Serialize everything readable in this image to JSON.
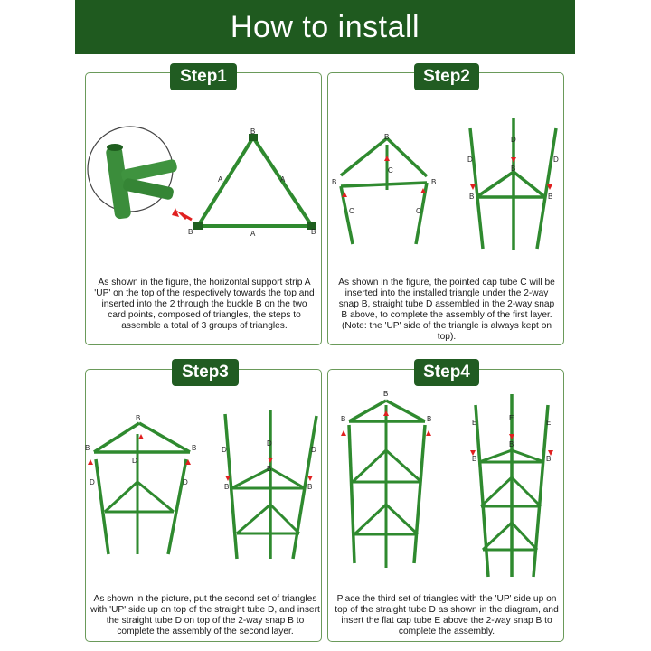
{
  "header": {
    "title": "How to install"
  },
  "colors": {
    "header_bg": "#1f5a1f",
    "badge_bg": "#215c22",
    "panel_border": "#6a9a5a",
    "tube": "#2f8a2f",
    "arrow": "#e02020"
  },
  "steps": [
    {
      "label": "Step1",
      "text": "As shown in the figure, the horizontal support strip A 'UP' on the top of the respectively towards the top and inserted into the 2 through the buckle B on the two card points, composed of triangles, the steps to assemble a total of 3 groups of triangles."
    },
    {
      "label": "Step2",
      "text": "As shown in the figure, the pointed cap tube C will be inserted into the installed triangle under the 2-way snap B, straight tube D assembled in the 2-way snap B above, to complete the assembly of the first layer.(Note: the 'UP' side of the triangle is always kept on top)."
    },
    {
      "label": "Step3",
      "text": "As shown in the picture, put the second set of triangles with 'UP' side up on top of the straight tube D, and insert the straight tube D on top of the 2-way snap B to complete the assembly of the second layer."
    },
    {
      "label": "Step4",
      "text": "Place the third set of triangles with the 'UP' side up on top of the straight tube D as shown in the diagram, and insert the flat cap tube E above the 2-way snap B to complete the assembly."
    }
  ],
  "diagram_labels": {
    "a": "A",
    "b": "B",
    "c": "C",
    "d": "D",
    "e": "E"
  }
}
